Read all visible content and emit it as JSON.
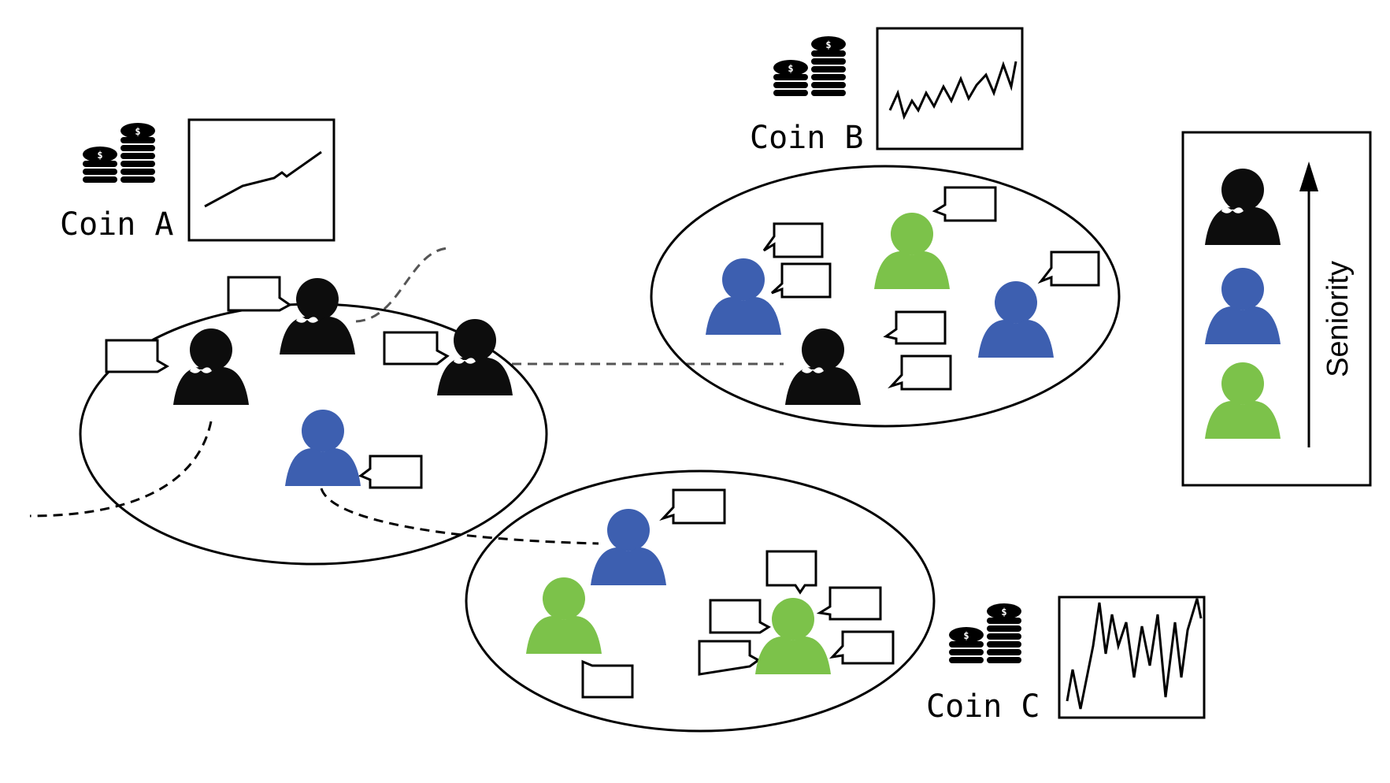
{
  "colors": {
    "senior": "#0d0d0d",
    "mid": "#3d5fb0",
    "junior": "#7cc24a",
    "stroke": "#000000",
    "link": "#555555"
  },
  "coins": {
    "a": {
      "label": "Coin A",
      "icon": "coin-stack-icon",
      "trend": "steady-rise"
    },
    "b": {
      "label": "Coin B",
      "icon": "coin-stack-icon",
      "trend": "zigzag-rise"
    },
    "c": {
      "label": "Coin C",
      "icon": "coin-stack-icon",
      "trend": "volatile"
    }
  },
  "legend": {
    "label": "Seniority",
    "levels": [
      "senior",
      "mid",
      "junior"
    ]
  }
}
